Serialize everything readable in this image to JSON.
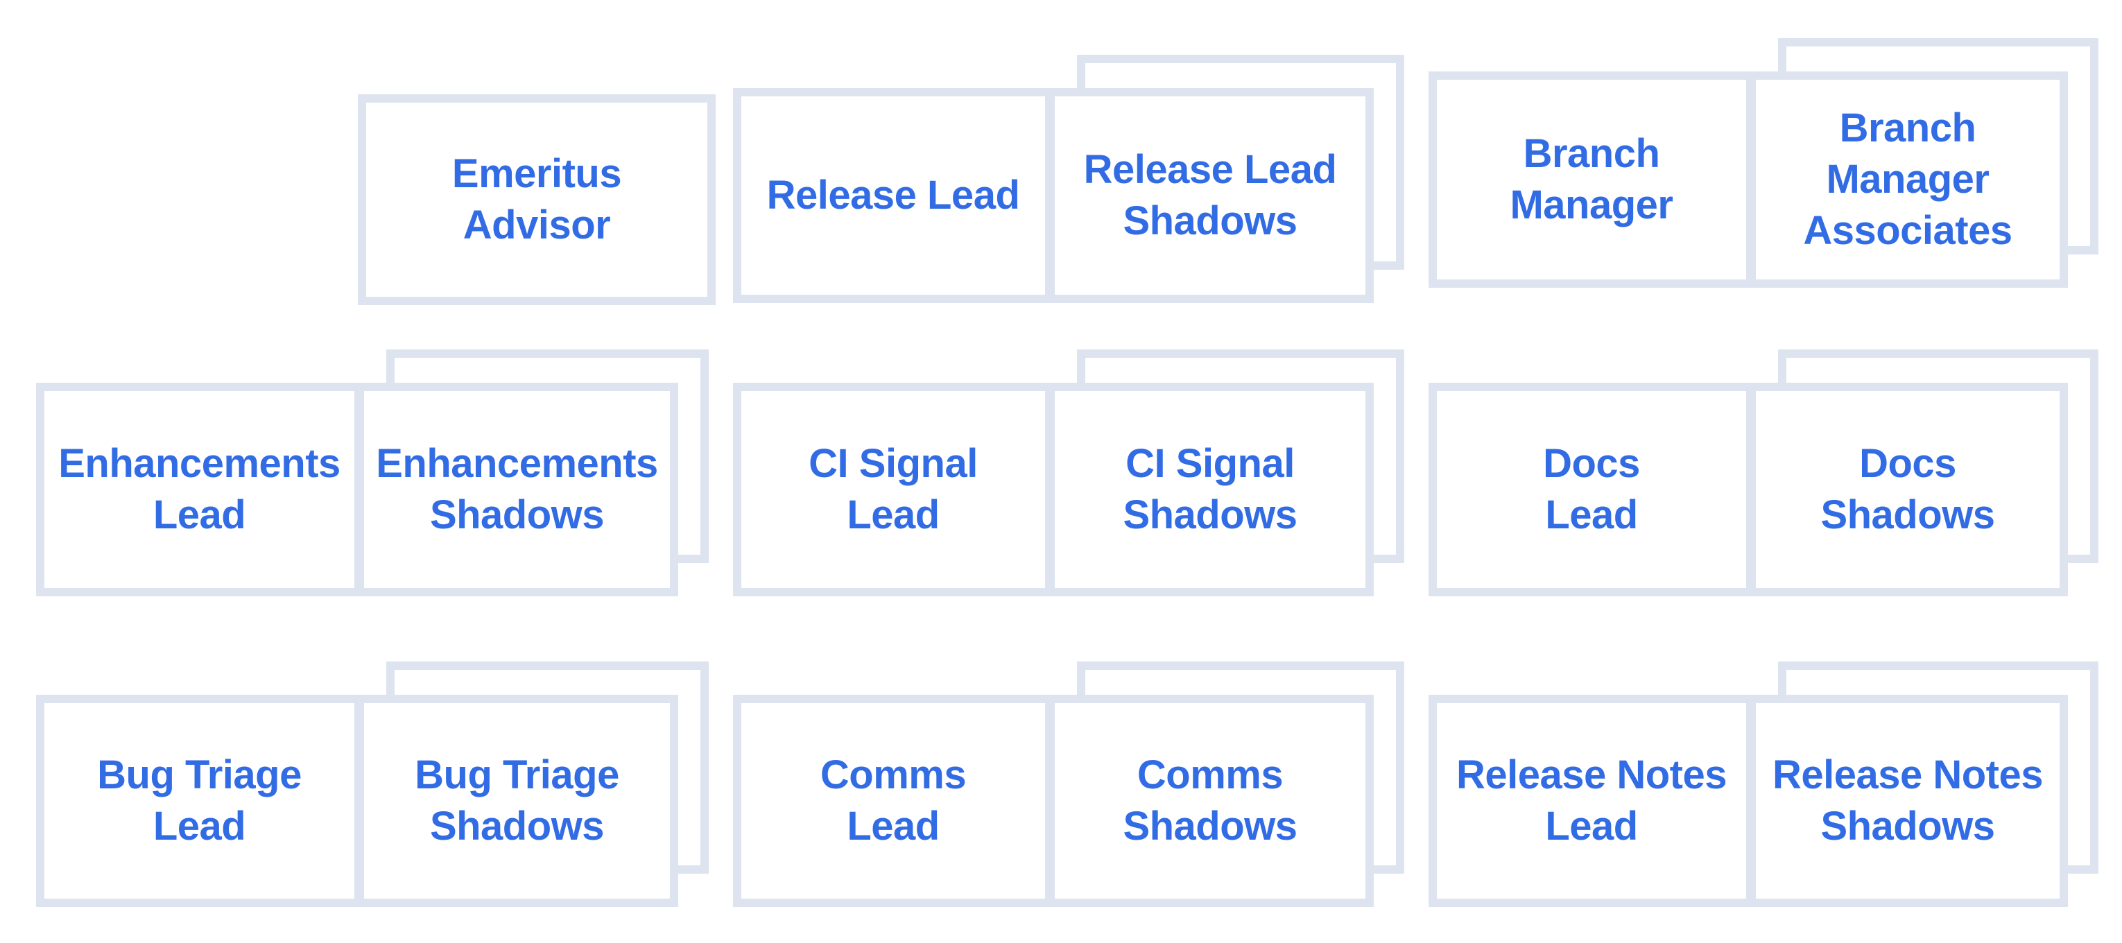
{
  "colors": {
    "label_text": "#326ce5",
    "card_border": "#dde3ef",
    "card_fill": "#ffffff",
    "page_background": "#ffffff"
  },
  "diagram": {
    "groups": [
      {
        "id": "emeritus-advisor",
        "cards": [
          {
            "label": "Emeritus\nAdvisor"
          }
        ]
      },
      {
        "id": "release-lead",
        "cards": [
          {
            "label": "Release Lead"
          },
          {
            "label": "Release Lead\nShadows"
          }
        ]
      },
      {
        "id": "branch-manager",
        "cards": [
          {
            "label": "Branch\nManager"
          },
          {
            "label": "Branch\nManager\nAssociates"
          }
        ]
      },
      {
        "id": "enhancements",
        "cards": [
          {
            "label": "Enhancements\nLead"
          },
          {
            "label": "Enhancements\nShadows"
          }
        ]
      },
      {
        "id": "ci-signal",
        "cards": [
          {
            "label": "CI Signal\nLead"
          },
          {
            "label": "CI Signal\nShadows"
          }
        ]
      },
      {
        "id": "docs",
        "cards": [
          {
            "label": "Docs\nLead"
          },
          {
            "label": "Docs\nShadows"
          }
        ]
      },
      {
        "id": "bug-triage",
        "cards": [
          {
            "label": "Bug Triage\nLead"
          },
          {
            "label": "Bug Triage\nShadows"
          }
        ]
      },
      {
        "id": "comms",
        "cards": [
          {
            "label": "Comms\nLead"
          },
          {
            "label": "Comms\nShadows"
          }
        ]
      },
      {
        "id": "release-notes",
        "cards": [
          {
            "label": "Release Notes\nLead"
          },
          {
            "label": "Release Notes\nShadows"
          }
        ]
      }
    ]
  }
}
